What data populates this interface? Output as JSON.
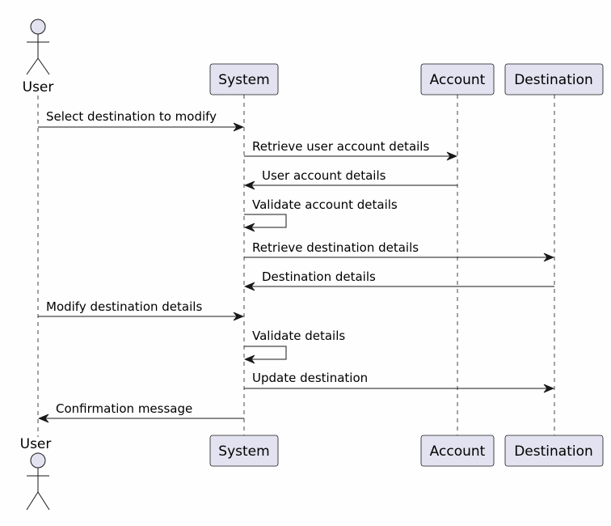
{
  "participants": {
    "user": {
      "label": "User"
    },
    "system": {
      "label": "System"
    },
    "account": {
      "label": "Account"
    },
    "destination": {
      "label": "Destination"
    }
  },
  "messages": [
    {
      "text": "Select destination to modify",
      "from": "user",
      "to": "system"
    },
    {
      "text": "Retrieve user account details",
      "from": "system",
      "to": "account"
    },
    {
      "text": "User account details",
      "from": "account",
      "to": "system"
    },
    {
      "text": "Validate account details",
      "from": "system",
      "to": "system"
    },
    {
      "text": "Retrieve destination details",
      "from": "system",
      "to": "destination"
    },
    {
      "text": "Destination details",
      "from": "destination",
      "to": "system"
    },
    {
      "text": "Modify destination details",
      "from": "user",
      "to": "system"
    },
    {
      "text": "Validate details",
      "from": "system",
      "to": "system"
    },
    {
      "text": "Update destination",
      "from": "system",
      "to": "destination"
    },
    {
      "text": "Confirmation message",
      "from": "system",
      "to": "user"
    }
  ]
}
